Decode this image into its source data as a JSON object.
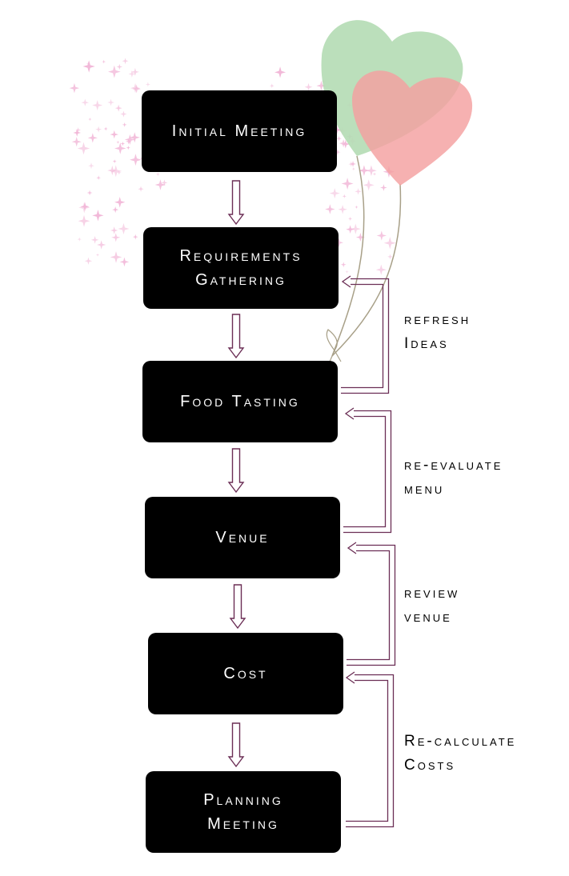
{
  "steps": [
    {
      "lines": [
        "Initial Meeting"
      ]
    },
    {
      "lines": [
        "Requirements",
        "Gathering"
      ]
    },
    {
      "lines": [
        "Food Tasting"
      ]
    },
    {
      "lines": [
        "Venue"
      ]
    },
    {
      "lines": [
        "Cost"
      ]
    },
    {
      "lines": [
        "Planning",
        "Meeting"
      ]
    }
  ],
  "loops": [
    {
      "lines": [
        "refresh",
        "Ideas"
      ]
    },
    {
      "lines": [
        "re-evaluate",
        "menu"
      ]
    },
    {
      "lines": [
        "review",
        "venue"
      ]
    },
    {
      "lines": [
        "Re-calculate",
        "Costs"
      ]
    }
  ],
  "colors": {
    "box": "#000000",
    "box_text": "#ffffff",
    "arrow_stroke": "#6b2e55",
    "heart_green": "#b4dcb4",
    "heart_pink": "#f4a0a0",
    "sparkle": "#f2b8d8"
  },
  "decorations": {
    "balloons": "heart-balloons",
    "sparkles": "pink-sparkles"
  }
}
